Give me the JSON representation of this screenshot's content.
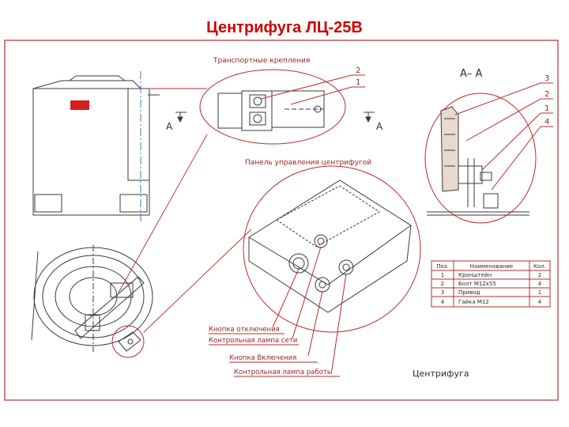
{
  "title": "Центрифуга ЛЦ-25В",
  "colors": {
    "frame": "#bd2b2b",
    "drawing": "#3a3a3a",
    "title": "#cc0000",
    "label": "#9a2222"
  },
  "labels": {
    "transport": "Транспортные крепления",
    "panel": "Панель управления центрифугой",
    "section": "А– А",
    "cut_left": "А",
    "cut_right": "А",
    "btn_off": "Кнопка отключения",
    "lamp_net": "Контрольная лампа сети",
    "btn_on": "Кнопка Включения",
    "lamp_work": "Контрольная лампа работы",
    "caption": "Центрифуга"
  },
  "callouts": [
    "2",
    "1",
    "3",
    "2",
    "1",
    "4"
  ],
  "table": {
    "headers": [
      "Поз.",
      "Наименование",
      "Кол."
    ],
    "rows": [
      [
        "1",
        "Кронштейн",
        "2"
      ],
      [
        "2",
        "Болт М12х55",
        "4"
      ],
      [
        "3",
        "Привод",
        "1"
      ],
      [
        "4",
        "Гайка М12",
        "4"
      ]
    ]
  }
}
